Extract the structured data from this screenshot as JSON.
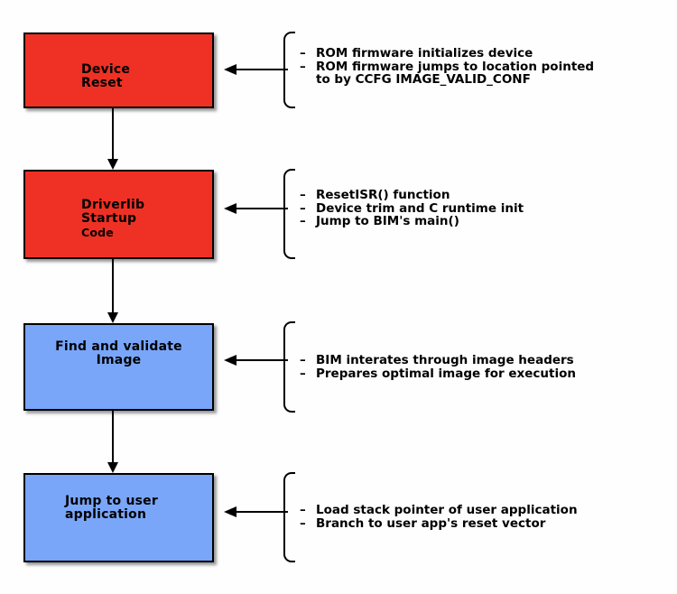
{
  "ui": {
    "bullet_char": "–",
    "background_color": "#fefefe",
    "line_color": "#000000",
    "red_box_color": "#ee3124",
    "blue_box_color": "#79a6f9"
  },
  "flow": {
    "steps": [
      {
        "label": "Device\nReset",
        "color": "#ee3124",
        "notes": [
          "ROM firmware initializes device",
          "ROM firmware jumps to location pointed\nto by CCFG IMAGE_VALID_CONF"
        ]
      },
      {
        "label": "Driverlib\nStartup",
        "sublabel": "Code",
        "color": "#ee3124",
        "notes": [
          "ResetISR() function",
          "Device trim and C runtime init",
          "Jump to BIM's main()"
        ]
      },
      {
        "label": "Find and validate\nImage",
        "color": "#79a6f9",
        "notes": [
          "BIM interates through image headers",
          "Prepares optimal image for execution"
        ]
      },
      {
        "label": "Jump to user\napplication",
        "color": "#79a6f9",
        "notes": [
          "Load stack pointer of user application",
          "Branch to user app's reset vector"
        ]
      }
    ]
  }
}
